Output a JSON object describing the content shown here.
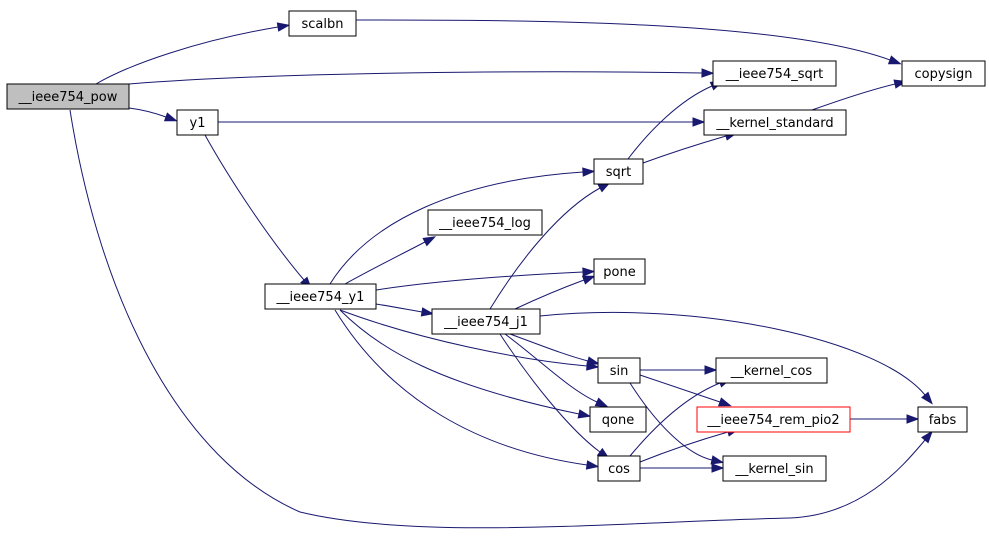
{
  "graph": {
    "title": "",
    "edge_color": "#191970",
    "nodes": {
      "pow": {
        "label": "__ieee754_pow",
        "style": "root",
        "fill": "#bfbfbf"
      },
      "scalbn": {
        "label": "scalbn"
      },
      "copysign": {
        "label": "copysign"
      },
      "sqrt754": {
        "label": "__ieee754_sqrt"
      },
      "y1": {
        "label": "y1"
      },
      "kstd": {
        "label": "__kernel_standard"
      },
      "sqrt": {
        "label": "sqrt"
      },
      "log": {
        "label": "__ieee754_log"
      },
      "y1_754": {
        "label": "__ieee754_y1"
      },
      "pone": {
        "label": "pone"
      },
      "j1": {
        "label": "__ieee754_j1"
      },
      "sin": {
        "label": "sin"
      },
      "kcos": {
        "label": "__kernel_cos"
      },
      "rem": {
        "label": "__ieee754_rem_pio2",
        "style": "red",
        "border": "#ff0000"
      },
      "fabs": {
        "label": "fabs"
      },
      "qone": {
        "label": "qone"
      },
      "cos": {
        "label": "cos"
      },
      "ksin": {
        "label": "__kernel_sin"
      }
    },
    "edges": [
      [
        "pow",
        "scalbn"
      ],
      [
        "pow",
        "sqrt754"
      ],
      [
        "pow",
        "y1"
      ],
      [
        "pow",
        "fabs"
      ],
      [
        "scalbn",
        "copysign"
      ],
      [
        "y1",
        "kstd"
      ],
      [
        "y1",
        "y1_754"
      ],
      [
        "kstd",
        "copysign"
      ],
      [
        "sqrt",
        "sqrt754"
      ],
      [
        "sqrt",
        "kstd"
      ],
      [
        "y1_754",
        "log"
      ],
      [
        "y1_754",
        "sqrt"
      ],
      [
        "y1_754",
        "pone"
      ],
      [
        "y1_754",
        "j1"
      ],
      [
        "y1_754",
        "sin"
      ],
      [
        "y1_754",
        "qone"
      ],
      [
        "y1_754",
        "cos"
      ],
      [
        "j1",
        "sqrt"
      ],
      [
        "j1",
        "pone"
      ],
      [
        "j1",
        "fabs"
      ],
      [
        "j1",
        "sin"
      ],
      [
        "j1",
        "qone"
      ],
      [
        "j1",
        "cos"
      ],
      [
        "sin",
        "kcos"
      ],
      [
        "sin",
        "rem"
      ],
      [
        "sin",
        "ksin"
      ],
      [
        "cos",
        "kcos"
      ],
      [
        "cos",
        "rem"
      ],
      [
        "cos",
        "ksin"
      ],
      [
        "rem",
        "fabs"
      ]
    ]
  }
}
